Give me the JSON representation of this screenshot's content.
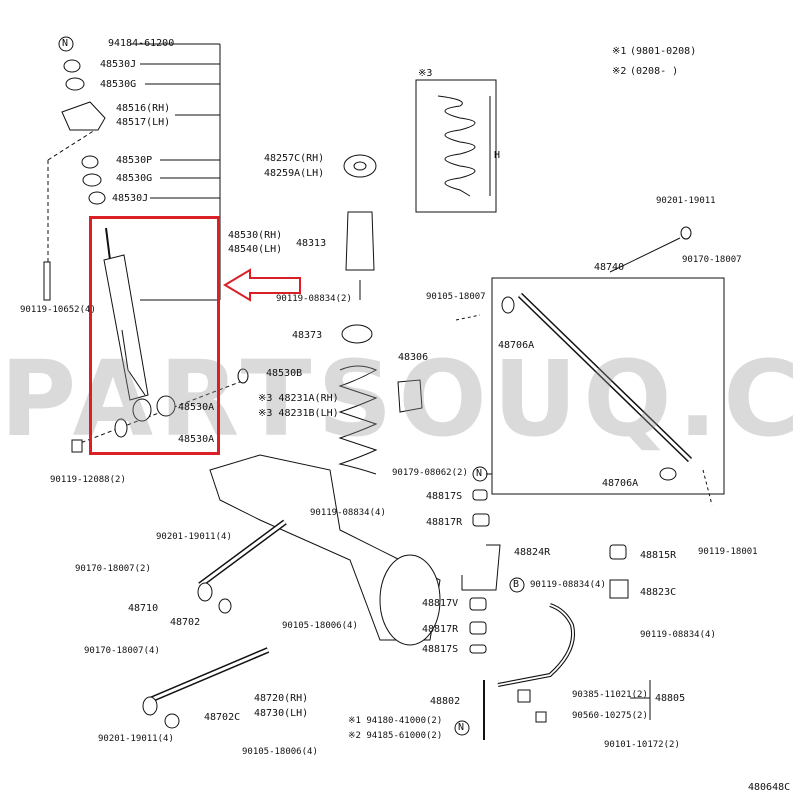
{
  "diagram": {
    "code": "480648C",
    "watermark": "PARTSOUQ.COM",
    "notes": [
      {
        "mark": "※1",
        "text": "(9801-0208)"
      },
      {
        "mark": "※2",
        "text": "(0208-      )"
      }
    ],
    "spring_box": {
      "mark": "※3",
      "dim": "H"
    },
    "highlight_color": "#d92027",
    "labels": {
      "p94184_61200": "94184-61200",
      "p48530J_a": "48530J",
      "p48530G_a": "48530G",
      "p48516": "48516(RH)",
      "p48517": "48517(LH)",
      "p48530P": "48530P",
      "p48530G_b": "48530G",
      "p48530J_b": "48530J",
      "p48530": "48530(RH)",
      "p48540": "48540(LH)",
      "p90119_10652": "90119-10652(4)",
      "p48530B": "48530B",
      "p48530A_a": "48530A",
      "p48530A_b": "48530A",
      "p90119_12088": "90119-12088(2)",
      "p48257C": "48257C(RH)",
      "p48259A": "48259A(LH)",
      "p48313": "48313",
      "p90119_08834a": "90119-08834(2)",
      "p48373": "48373",
      "p48306": "48306",
      "p48231A": "※3 48231A(RH)",
      "p48231B": "※3 48231B(LH)",
      "p90179_08062": "90179-08062(2)",
      "p90119_08834b": "90119-08834(4)",
      "p90201_19011a": "90201-19011",
      "p90170_18007a": "90170-18007",
      "p48740": "48740",
      "p90105_18007": "90105-18007",
      "p48706A_a": "48706A",
      "p48706A_b": "48706A",
      "p90119_18001": "90119-18001",
      "p48817S_a": "48817S",
      "p48817R_a": "48817R",
      "p48824R": "48824R",
      "p48815R": "48815R",
      "p90119_08834c": "90119-08834(4)",
      "p48823C": "48823C",
      "p48817V": "48817V",
      "p48817R_b": "48817R",
      "p48817S_b": "48817S",
      "p90119_08834d": "90119-08834(4)",
      "p90201_19011b": "90201-19011(4)",
      "p90170_18007b": "90170-18007(2)",
      "p48710": "48710",
      "p48702": "48702",
      "p90105_18006a": "90105-18006(4)",
      "p90170_18007c": "90170-18007(4)",
      "p48720": "48720(RH)",
      "p48730": "48730(LH)",
      "p48702C": "48702C",
      "p90201_19011c": "90201-19011(4)",
      "p90105_18006b": "90105-18006(4)",
      "p48802": "48802",
      "p90385_11021": "90385-11021(2)",
      "p48805": "48805",
      "p90560_10275": "90560-10275(2)",
      "p94180_41000": "※1 94180-41000(2)",
      "p94185_61000": "※2 94185-61000(2)",
      "p90101_10172": "90101-10172(2)",
      "circleN_a": "N",
      "circleN_b": "N",
      "circleN_c": "N",
      "circleB": "B"
    }
  }
}
